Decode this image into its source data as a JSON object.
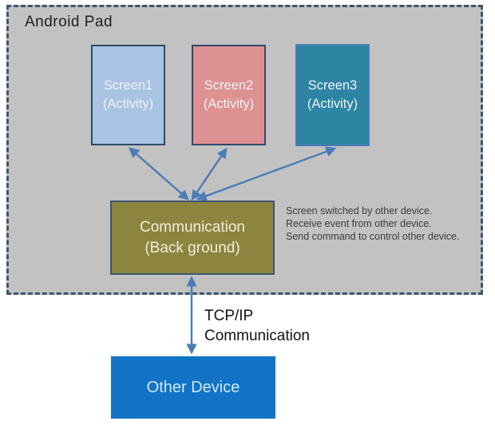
{
  "diagram": {
    "title": "Android Pad architecture diagram",
    "pad_container": {
      "label": "Android Pad",
      "background": "#c2c2c2",
      "border_color": "#3d566e",
      "border_style": "dashed"
    },
    "screens": [
      {
        "name": "Screen1",
        "line1": "Screen1",
        "line2": "(Activity)",
        "fill": "#a9c3e2",
        "border": "#2e4a6b",
        "text_color": "#eef2f8"
      },
      {
        "name": "Screen2",
        "line1": "Screen2",
        "line2": "(Activity)",
        "fill": "#de9191",
        "border": "#2e4a6b",
        "text_color": "#eef2f8"
      },
      {
        "name": "Screen3",
        "line1": "Screen3",
        "line2": "(Activity)",
        "fill": "#2d85a3",
        "border": "#4d7cb8",
        "text_color": "#eef2f8"
      }
    ],
    "communication_box": {
      "line1": "Communication",
      "line2": "(Back ground)",
      "fill": "#8d843f",
      "border": "#3d566e",
      "text_color": "#f2eeda"
    },
    "annotation": {
      "line1": "Screen switched by other device.",
      "line2": "Receive event from other device.",
      "line3": "Send command to control other device.",
      "text_color": "#3d3d3d"
    },
    "tcp_label": {
      "line1": "TCP/IP",
      "line2": "Communication"
    },
    "other_device": {
      "label": "Other Device",
      "fill": "#1173c5",
      "text_color": "#cfe8fa"
    },
    "arrows": {
      "color": "#4a7cb5",
      "style": "double-headed",
      "connections": [
        "Screen1 <-> Communication",
        "Screen2 <-> Communication",
        "Screen3 <-> Communication",
        "Communication <-> Other Device"
      ]
    }
  }
}
